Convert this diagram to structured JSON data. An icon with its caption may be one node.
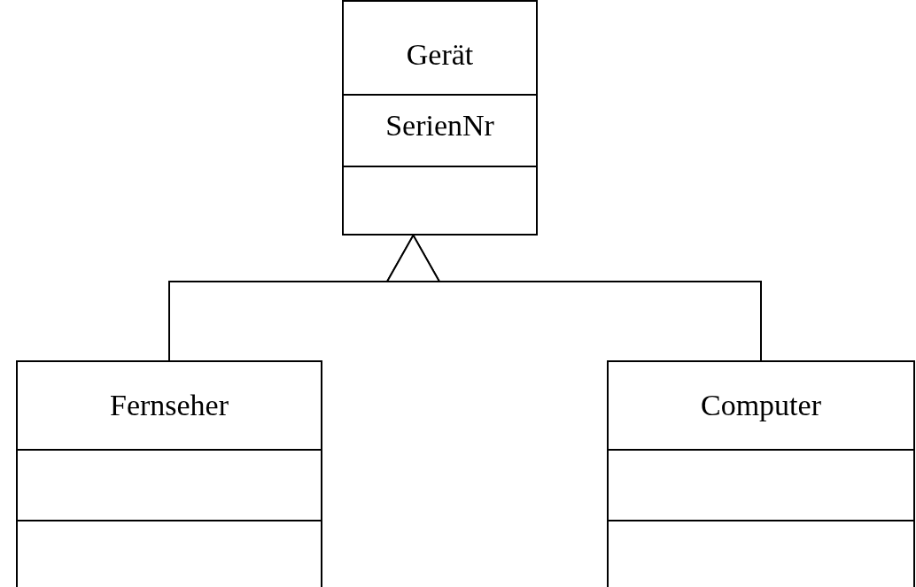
{
  "diagram": {
    "nodes": [
      {
        "text": [
          "Gerät",
          "SerienNr"
        ]
      },
      {
        "text": [
          "Fernseher"
        ]
      },
      {
        "text": [
          "Computer"
        ]
      }
    ],
    "edges": [
      {
        "from": 1,
        "to": 0,
        "arrow": "to"
      },
      {
        "from": 2,
        "to": 0,
        "arrow": "to"
      }
    ]
  }
}
